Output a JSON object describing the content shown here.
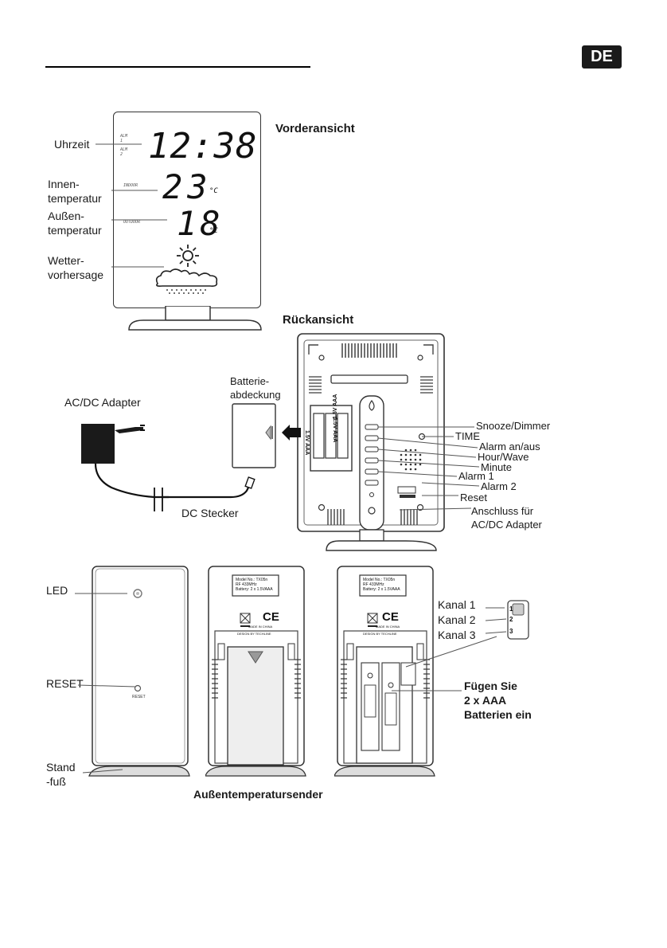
{
  "header": {
    "lang_badge": "DE"
  },
  "front": {
    "title": "Vorderansicht",
    "labels": {
      "time": "Uhrzeit",
      "indoor": [
        "Innen-",
        "temperatur"
      ],
      "outdoor": [
        "Außen-",
        "temperatur"
      ],
      "forecast": [
        "Wetter-",
        "vorhersage"
      ]
    },
    "display": {
      "alm1": "ALM 1",
      "alm2": "ALM 2",
      "time": "12:38",
      "indoor_tag": "INDOOR",
      "indoor_temp": "23",
      "outdoor_tag": "OUTDOOR",
      "outdoor_temp": "18",
      "unit": "°C"
    }
  },
  "back": {
    "title": "Rückansicht",
    "battery_cover": [
      "Batterie-",
      "abdeckung"
    ],
    "adapter": "AC/DC Adapter",
    "dc_plug": "DC Stecker",
    "battery_label": "1.5V AAA",
    "buttons": [
      "Snooze/Dimmer",
      "TIME",
      "Alarm an/aus",
      "Hour/Wave",
      "Minute",
      "Alarm 1",
      "Alarm 2",
      "Reset"
    ],
    "jack": [
      "Anschluss für",
      "AC/DC Adapter"
    ]
  },
  "sender": {
    "title": "Außentemperatursender",
    "led": "LED",
    "reset": "RESET",
    "reset_small": "RESET",
    "stand": [
      "Stand",
      "-fuß"
    ],
    "channels": [
      "Kanal 1",
      "Kanal 2",
      "Kanal 3"
    ],
    "channel_numbers": [
      "1",
      "2",
      "3"
    ],
    "insert": [
      "Fügen Sie",
      "2 x AAA",
      "Batterien ein"
    ],
    "plate": [
      "Model No.: TX05n",
      "RF 433MHz",
      "Battery: 2 x 1.5VAAA"
    ],
    "made_in": "MADE IN CHINA",
    "design": "DESIGN BY TECHLINE",
    "ce": "CE"
  }
}
